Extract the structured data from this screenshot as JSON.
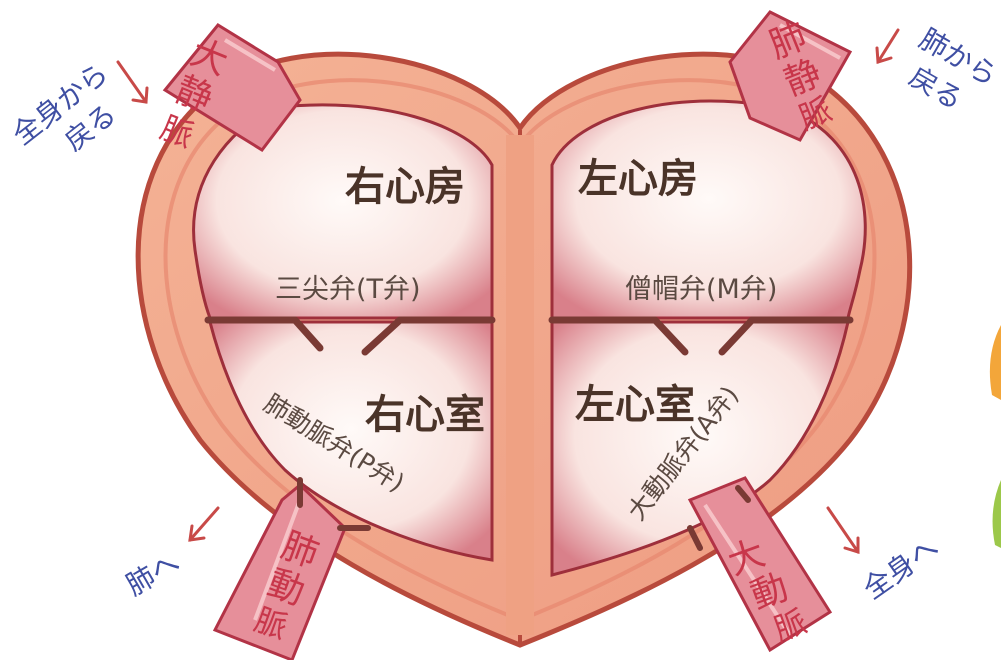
{
  "chambers": {
    "right_atrium": "右心房",
    "left_atrium": "左心房",
    "right_ventricle": "右心室",
    "left_ventricle": "左心室"
  },
  "valves": {
    "tricuspid": "三尖弁(T弁)",
    "mitral": "僧帽弁(M弁)",
    "pulmonary": "肺動脈弁(P弁)",
    "aortic": "大動脈弁(A弁)"
  },
  "vessels": {
    "vena_cava": [
      "大",
      "静",
      "脈"
    ],
    "pulmonary_vein": [
      "肺",
      "静",
      "脈"
    ],
    "pulmonary_artery": [
      "肺",
      "動",
      "脈"
    ],
    "aorta": [
      "大",
      "動",
      "脈"
    ]
  },
  "flow_labels": {
    "from_body": [
      "全身から",
      "戻る"
    ],
    "from_lungs": [
      "肺から",
      "戻る"
    ],
    "to_lungs": "肺へ",
    "to_body": "全身へ"
  },
  "colors": {
    "heart_wall": "#f0a88c",
    "heart_outline": "#b84a3c",
    "chamber_fill": "#fbeee9",
    "vessel": "#e48a95",
    "vessel_text": "#c8364a",
    "flow_text": "#3f4fa3",
    "arrow": "#c84a48",
    "ink": "#4a3328"
  }
}
